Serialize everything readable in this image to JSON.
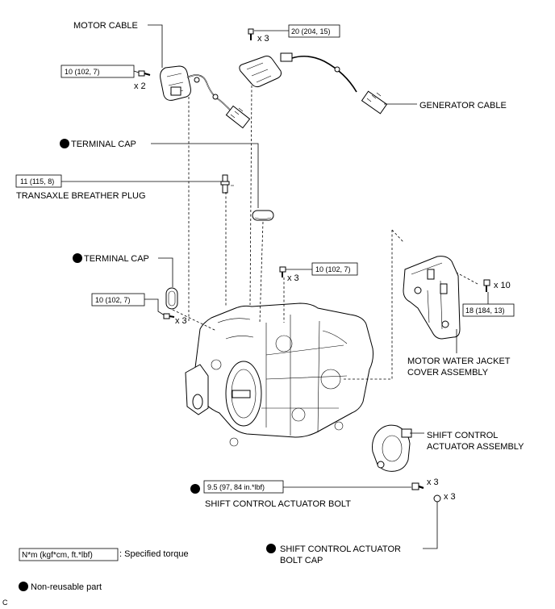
{
  "labels": {
    "motor_cable": "MOTOR CABLE",
    "generator_cable": "GENERATOR CABLE",
    "terminal_cap_1": "TERMINAL CAP",
    "transaxle_breather_plug": "TRANSAXLE BREATHER PLUG",
    "terminal_cap_2": "TERMINAL CAP",
    "motor_water_jacket_line1": "MOTOR WATER JACKET",
    "motor_water_jacket_line2": "COVER ASSEMBLY",
    "shift_actuator_assembly_line1": "SHIFT CONTROL",
    "shift_actuator_assembly_line2": "ACTUATOR ASSEMBLY",
    "shift_actuator_bolt": "SHIFT CONTROL ACTUATOR BOLT",
    "shift_actuator_bolt_cap_line1": "SHIFT CONTROL ACTUATOR",
    "shift_actuator_bolt_cap_line2": "BOLT CAP"
  },
  "torques": {
    "motor_cable_bolt": "10 (102, 7)",
    "generator_cable_bolt": "20 (204, 15)",
    "breather_plug": "11 (115, 8)",
    "center_bolt": "10 (102, 7)",
    "terminal_cap_bolt": "10 (102, 7)",
    "water_jacket_bolt": "18 (184, 13)",
    "shift_actuator_bolt": "9.5 (97, 84 in.*lbf)"
  },
  "quantities": {
    "motor_cable_bolt": "x 2",
    "generator_cable_bolt": "x 3",
    "center_bolt": "x 3",
    "terminal_cap_bolt": "x 3",
    "water_jacket_bolt": "x 10",
    "shift_actuator_bolt": "x 3",
    "shift_actuator_bolt_cap": "x 3"
  },
  "legend": {
    "torque_unit_box": "N*m (kgf*cm, ft.*lbf)",
    "torque_unit_desc": ": Specified torque",
    "non_reusable": "Non-reusable part"
  },
  "corner_mark": "C"
}
